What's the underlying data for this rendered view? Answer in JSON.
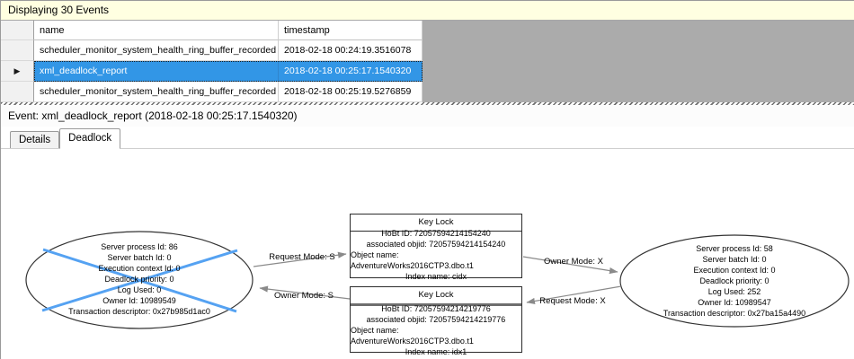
{
  "info_bar": {
    "text": "Displaying 30 Events"
  },
  "grid": {
    "columns": {
      "name": "name",
      "timestamp": "timestamp"
    },
    "selected_row_marker": "▶",
    "rows": [
      {
        "name": "scheduler_monitor_system_health_ring_buffer_recorded",
        "timestamp": "2018-02-18 00:24:19.3516078"
      },
      {
        "name": "xml_deadlock_report",
        "timestamp": "2018-02-18 00:25:17.1540320"
      },
      {
        "name": "scheduler_monitor_system_health_ring_buffer_recorded",
        "timestamp": "2018-02-18 00:25:19.5276859"
      }
    ]
  },
  "event_bar": {
    "text": "Event: xml_deadlock_report (2018-02-18 00:25:17.1540320)"
  },
  "tabs": [
    {
      "label": "Details",
      "active": false
    },
    {
      "label": "Deadlock",
      "active": true
    }
  ],
  "deadlock_graph": {
    "processes": [
      {
        "victim": true,
        "lines": [
          "Server process Id: 86",
          "Server batch Id: 0",
          "Execution context Id: 0",
          "Deadlock priority: 0",
          "Log Used: 0",
          "Owner Id: 10989549",
          "Transaction descriptor: 0x27b985d1ac0"
        ]
      },
      {
        "victim": false,
        "lines": [
          "Server process Id: 58",
          "Server batch Id: 0",
          "Execution context Id: 0",
          "Deadlock priority: 0",
          "Log Used: 252",
          "Owner Id: 10989547",
          "Transaction descriptor: 0x27ba15a4490"
        ]
      }
    ],
    "resources": [
      {
        "title": "Key Lock",
        "lines": [
          "HoBt ID: 72057594214154240",
          "associated objid: 72057594214154240",
          "Object name: AdventureWorks2016CTP3.dbo.t1",
          "Index name: cidx"
        ]
      },
      {
        "title": "Key Lock",
        "lines": [
          "HoBt ID: 72057594214219776",
          "associated objid: 72057594214219776",
          "Object name: AdventureWorks2016CTP3.dbo.t1",
          "Index name: idx1"
        ]
      }
    ],
    "edges": [
      {
        "label": "Request Mode: S"
      },
      {
        "label": "Owner Mode: S"
      },
      {
        "label": "Owner Mode: X"
      },
      {
        "label": "Request Mode: X"
      }
    ]
  },
  "colors": {
    "selection_blue": "#3296E6",
    "victim_cross_blue": "#55A2F2",
    "info_bar_bg": "#FFFFE1",
    "grid_empty_bg": "#ABABAB",
    "edge_gray": "#8a8a8a"
  }
}
